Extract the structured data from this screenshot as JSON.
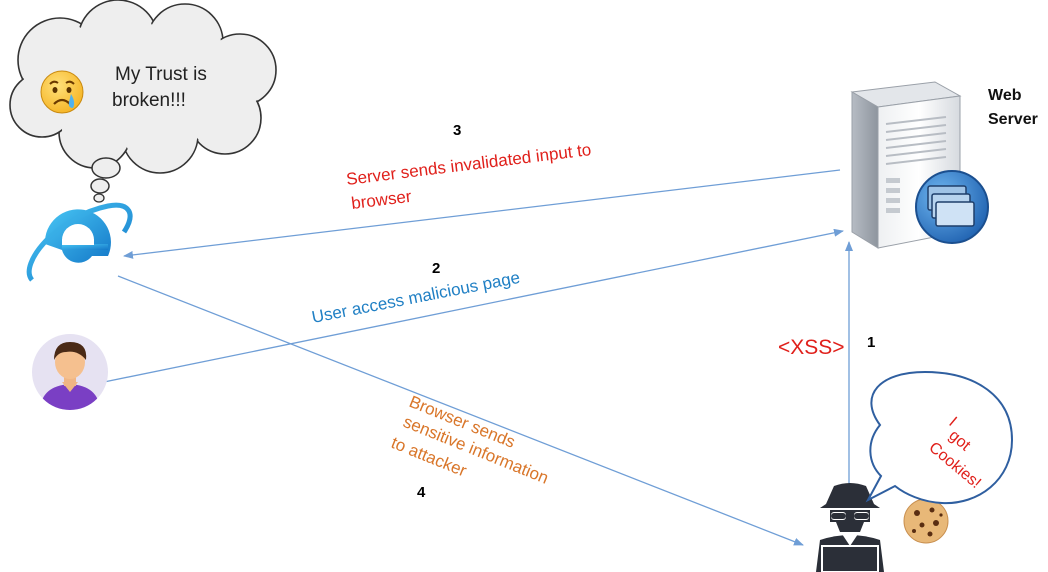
{
  "thought_bubble": {
    "line1": "My Trust is",
    "line2": "broken!!!"
  },
  "server_label": {
    "line1": "Web",
    "line2": "Server"
  },
  "steps": {
    "step1": {
      "number": "1",
      "tag": "<XSS>"
    },
    "step2": {
      "number": "2",
      "text": "User access malicious page"
    },
    "step3": {
      "number": "3",
      "line1": "Server sends invalidated input to",
      "line2": "browser"
    },
    "step4": {
      "number": "4",
      "line1": "Browser sends",
      "line2": "sensitive information",
      "line3": "to attacker"
    }
  },
  "attacker_speech": {
    "line1": "I",
    "line2": "got",
    "line3": "Cookies!"
  },
  "colors": {
    "step2_text": "#1f7fc4",
    "step3_text": "#e0201b",
    "step4_text": "#d9762a",
    "xss_tag": "#e0201b",
    "arrow": "#6f9ed6",
    "speech_border": "#2f5fa0",
    "cloud_fill": "#eeeeee"
  }
}
